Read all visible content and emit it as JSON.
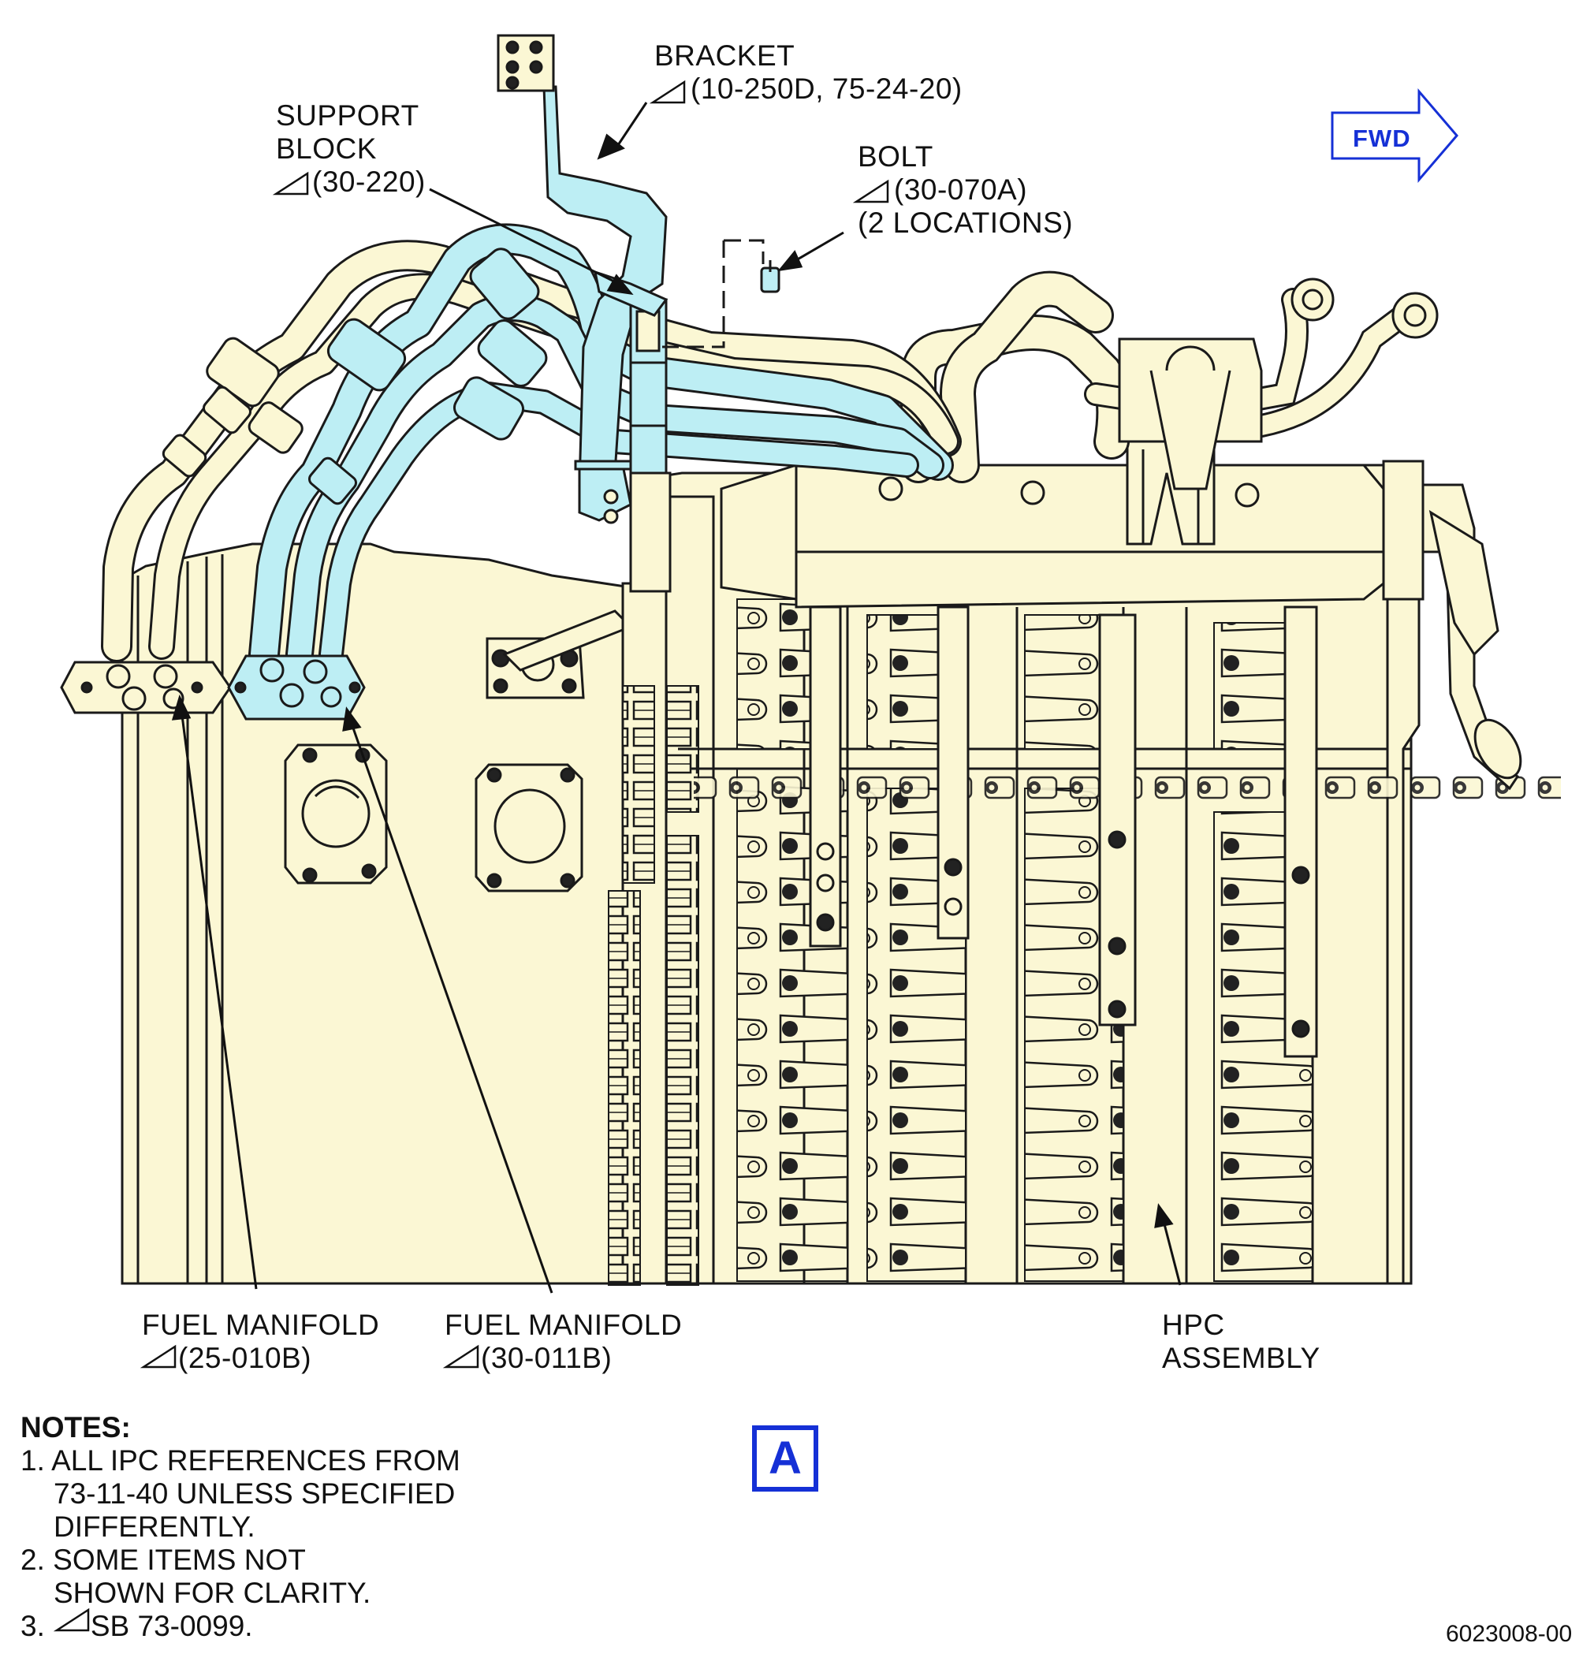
{
  "labels": {
    "bracket": {
      "line1": "BRACKET",
      "ref": "(10-250D, 75-24-20)"
    },
    "support_block": {
      "line1": "SUPPORT",
      "line2": "BLOCK",
      "ref": "(30-220)"
    },
    "bolt": {
      "line1": "BOLT",
      "ref": "(30-070A)",
      "line3": "(2 LOCATIONS)"
    },
    "fuel_manifold_1": {
      "line1": "FUEL MANIFOLD",
      "ref": "(25-010B)"
    },
    "fuel_manifold_2": {
      "line1": "FUEL MANIFOLD",
      "ref": "(30-011B)"
    },
    "hpc_assembly": {
      "line1": "HPC",
      "line2": "ASSEMBLY"
    }
  },
  "fwd_indicator": "FWD",
  "view_label": "A",
  "notes": {
    "heading": "NOTES:",
    "items": [
      {
        "line1": "1. ALL IPC REFERENCES FROM",
        "line2": "73-11-40 UNLESS SPECIFIED",
        "line3": "DIFFERENTLY."
      },
      {
        "line1": "2. SOME ITEMS NOT",
        "line2": "SHOWN FOR CLARITY."
      },
      {
        "line1": "3.",
        "ref": "SB 73-0099."
      }
    ]
  },
  "document_number": "6023008-00",
  "colors": {
    "part_fill": "#fbf7d4",
    "highlight_fill": "#bdeef4",
    "outline": "#1a1a1a",
    "accent_blue": "#1530d6"
  }
}
